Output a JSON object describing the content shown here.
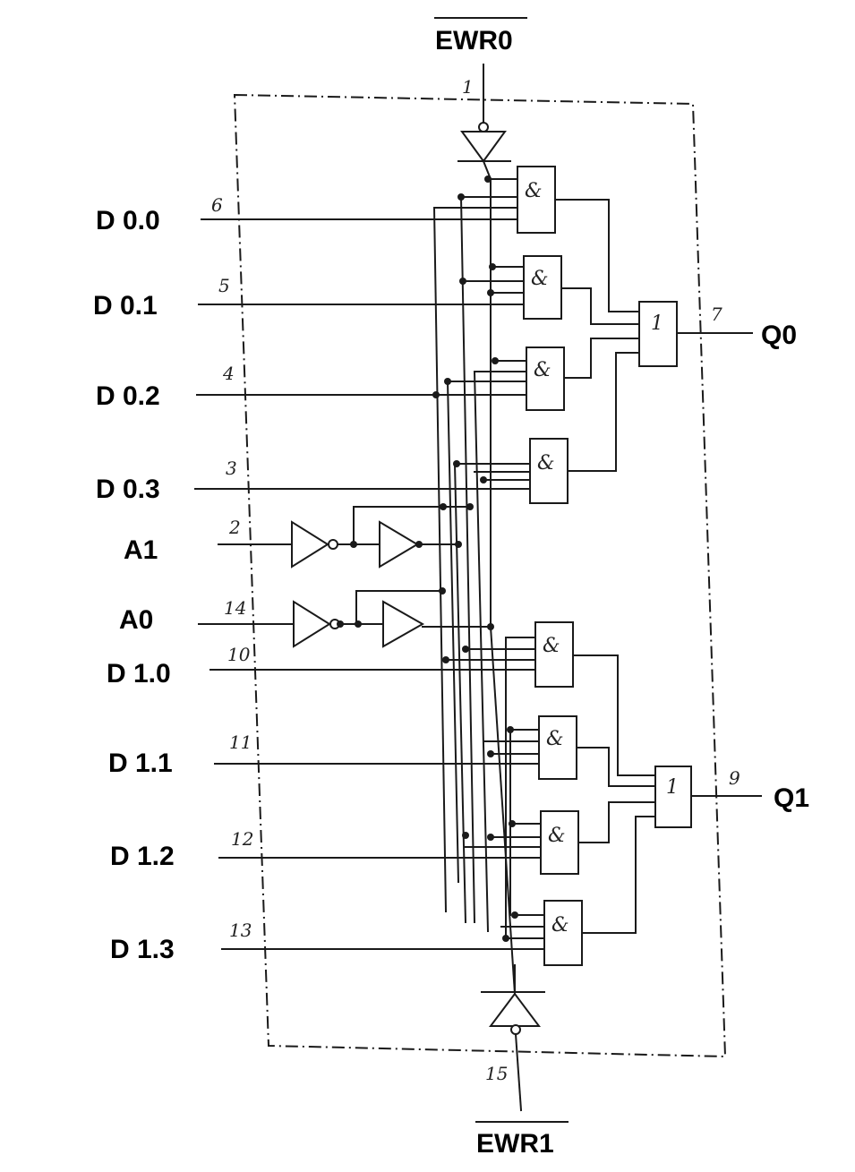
{
  "signals": {
    "ewr0": "EWR0",
    "ewr1": "EWR1",
    "d00": "D 0.0",
    "d01": "D 0.1",
    "d02": "D 0.2",
    "d03": "D 0.3",
    "a1": "A1",
    "a0": "A0",
    "d10": "D 1.0",
    "d11": "D 1.1",
    "d12": "D 1.2",
    "d13": "D 1.3",
    "q0": "Q0",
    "q1": "Q1"
  },
  "pins": {
    "ewr0": "1",
    "d00": "6",
    "d01": "5",
    "d02": "4",
    "d03": "3",
    "a1": "2",
    "a0": "14",
    "d10": "10",
    "d11": "11",
    "d12": "12",
    "d13": "13",
    "q0": "7",
    "q1": "9",
    "ewr1": "15"
  },
  "gate_symbols": {
    "and": "&",
    "or": "1"
  }
}
